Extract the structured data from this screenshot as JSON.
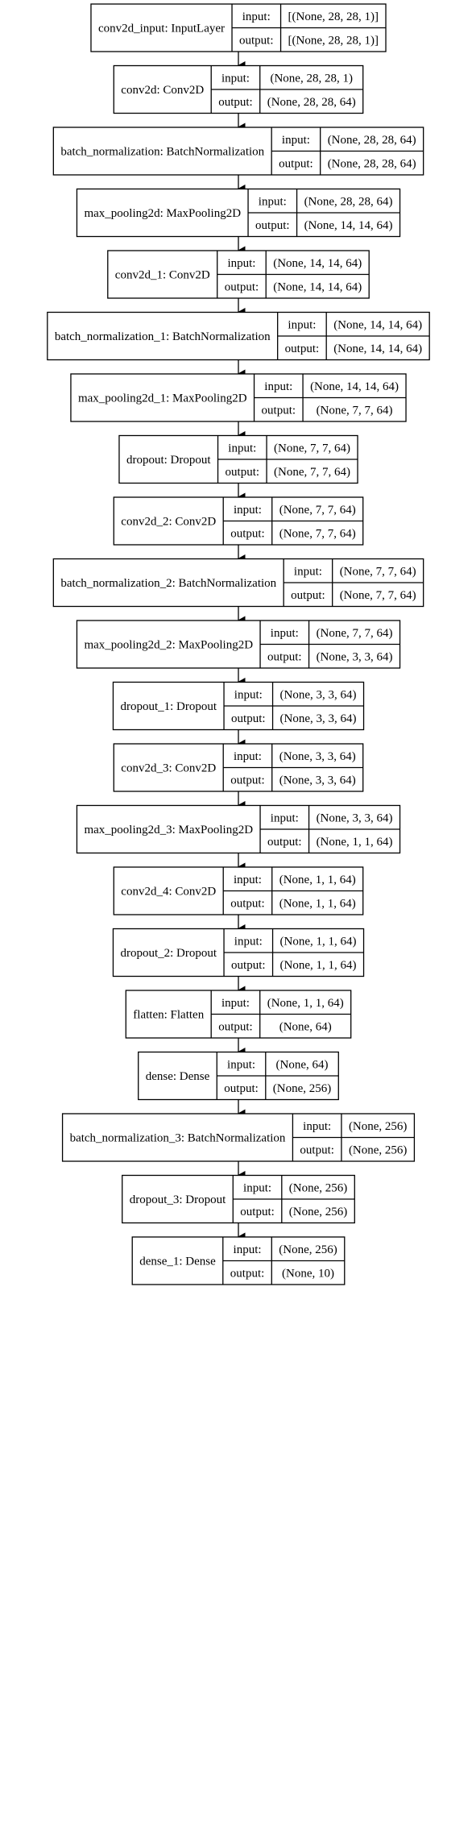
{
  "diagram": {
    "layers": [
      {
        "name": "conv2d_input: InputLayer",
        "input_label": "input:",
        "output_label": "output:",
        "input": "[(None, 28, 28, 1)]",
        "output": "[(None, 28, 28, 1)]"
      },
      {
        "name": "conv2d: Conv2D",
        "input_label": "input:",
        "output_label": "output:",
        "input": "(None, 28, 28, 1)",
        "output": "(None, 28, 28, 64)"
      },
      {
        "name": "batch_normalization: BatchNormalization",
        "input_label": "input:",
        "output_label": "output:",
        "input": "(None, 28, 28, 64)",
        "output": "(None, 28, 28, 64)"
      },
      {
        "name": "max_pooling2d: MaxPooling2D",
        "input_label": "input:",
        "output_label": "output:",
        "input": "(None, 28, 28, 64)",
        "output": "(None, 14, 14, 64)"
      },
      {
        "name": "conv2d_1: Conv2D",
        "input_label": "input:",
        "output_label": "output:",
        "input": "(None, 14, 14, 64)",
        "output": "(None, 14, 14, 64)"
      },
      {
        "name": "batch_normalization_1: BatchNormalization",
        "input_label": "input:",
        "output_label": "output:",
        "input": "(None, 14, 14, 64)",
        "output": "(None, 14, 14, 64)"
      },
      {
        "name": "max_pooling2d_1: MaxPooling2D",
        "input_label": "input:",
        "output_label": "output:",
        "input": "(None, 14, 14, 64)",
        "output": "(None, 7, 7, 64)"
      },
      {
        "name": "dropout: Dropout",
        "input_label": "input:",
        "output_label": "output:",
        "input": "(None, 7, 7, 64)",
        "output": "(None, 7, 7, 64)"
      },
      {
        "name": "conv2d_2: Conv2D",
        "input_label": "input:",
        "output_label": "output:",
        "input": "(None, 7, 7, 64)",
        "output": "(None, 7, 7, 64)"
      },
      {
        "name": "batch_normalization_2: BatchNormalization",
        "input_label": "input:",
        "output_label": "output:",
        "input": "(None, 7, 7, 64)",
        "output": "(None, 7, 7, 64)"
      },
      {
        "name": "max_pooling2d_2: MaxPooling2D",
        "input_label": "input:",
        "output_label": "output:",
        "input": "(None, 7, 7, 64)",
        "output": "(None, 3, 3, 64)"
      },
      {
        "name": "dropout_1: Dropout",
        "input_label": "input:",
        "output_label": "output:",
        "input": "(None, 3, 3, 64)",
        "output": "(None, 3, 3, 64)"
      },
      {
        "name": "conv2d_3: Conv2D",
        "input_label": "input:",
        "output_label": "output:",
        "input": "(None, 3, 3, 64)",
        "output": "(None, 3, 3, 64)"
      },
      {
        "name": "max_pooling2d_3: MaxPooling2D",
        "input_label": "input:",
        "output_label": "output:",
        "input": "(None, 3, 3, 64)",
        "output": "(None, 1, 1, 64)"
      },
      {
        "name": "conv2d_4: Conv2D",
        "input_label": "input:",
        "output_label": "output:",
        "input": "(None, 1, 1, 64)",
        "output": "(None, 1, 1, 64)"
      },
      {
        "name": "dropout_2: Dropout",
        "input_label": "input:",
        "output_label": "output:",
        "input": "(None, 1, 1, 64)",
        "output": "(None, 1, 1, 64)"
      },
      {
        "name": "flatten: Flatten",
        "input_label": "input:",
        "output_label": "output:",
        "input": "(None, 1, 1, 64)",
        "output": "(None, 64)"
      },
      {
        "name": "dense: Dense",
        "input_label": "input:",
        "output_label": "output:",
        "input": "(None, 64)",
        "output": "(None, 256)"
      },
      {
        "name": "batch_normalization_3: BatchNormalization",
        "input_label": "input:",
        "output_label": "output:",
        "input": "(None, 256)",
        "output": "(None, 256)"
      },
      {
        "name": "dropout_3: Dropout",
        "input_label": "input:",
        "output_label": "output:",
        "input": "(None, 256)",
        "output": "(None, 256)"
      },
      {
        "name": "dense_1: Dense",
        "input_label": "input:",
        "output_label": "output:",
        "input": "(None, 256)",
        "output": "(None, 10)"
      }
    ]
  }
}
